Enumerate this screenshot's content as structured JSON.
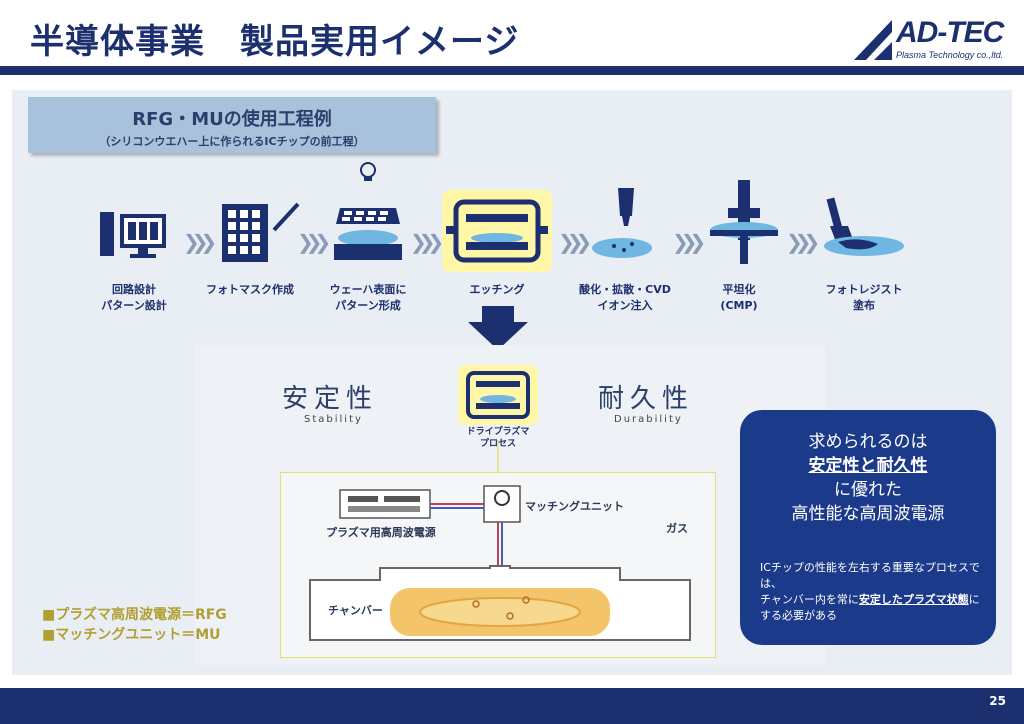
{
  "header": {
    "title": "半導体事業　製品実用イメージ",
    "logo_text": "AD-TEC",
    "logo_sub": "Plasma Technology co.,ltd."
  },
  "process_box": {
    "title": "RFG・MUの使用工程例",
    "subtitle": "（シリコンウエハー上に作られるICチップの前工程）"
  },
  "steps": [
    {
      "label": "回路設計\nパターン設計",
      "icon": "computer-icon"
    },
    {
      "label": "フォトマスク作成",
      "icon": "photomask-icon"
    },
    {
      "label": "ウェーハ表面に\nパターン形成",
      "icon": "wafer-exposure-icon"
    },
    {
      "label": "エッチング",
      "icon": "etching-chamber-icon"
    },
    {
      "label": "酸化・拡散・CVD\nイオン注入",
      "icon": "dropper-icon"
    },
    {
      "label": "平坦化\n(CMP)",
      "icon": "polisher-icon"
    },
    {
      "label": "フォトレジスト\n塗布",
      "icon": "brush-icon"
    }
  ],
  "stability": {
    "jp": "安定性",
    "en": "Stability"
  },
  "durability": {
    "jp": "耐久性",
    "en": "Durability"
  },
  "plasma_label": "ドライプラズマ\nプロセス",
  "diagram": {
    "rf_label": "プラズマ用高周波電源",
    "mu_label": "マッチングユニット",
    "gas_label": "ガス",
    "chamber_label": "チャンバー"
  },
  "side_box": {
    "line1": "求められるのは",
    "line2": "安定性と耐久性",
    "line3": "に優れた",
    "line4": "高性能な高周波電源",
    "small_pre": "ICチップの性能を左右する重要なプロセスでは、\nチャンバー内を常に",
    "small_bold": "安定したプラズマ状態",
    "small_post": "にする必要がある"
  },
  "legend": [
    "■プラズマ高周波電源＝RFG",
    "■マッチングユニット＝MU"
  ],
  "page_number": "25",
  "colors": {
    "navy": "#1c2f6e",
    "highlight": "#fff6a8",
    "side_box": "#1c3a8a",
    "legend": "#b0a033"
  }
}
